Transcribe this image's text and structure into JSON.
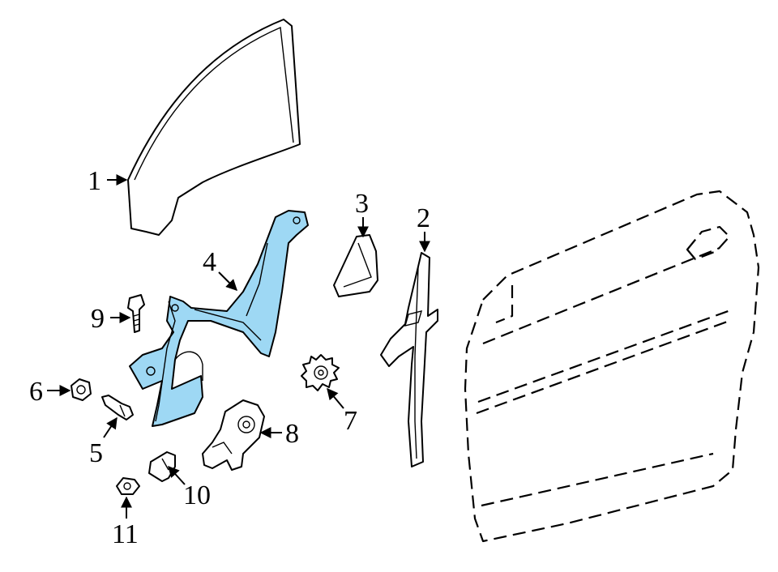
{
  "colors": {
    "highlight": "#9ed8f4",
    "line": "#000000",
    "background": "#ffffff"
  },
  "callouts": [
    {
      "id": "1",
      "label": "1"
    },
    {
      "id": "2",
      "label": "2"
    },
    {
      "id": "3",
      "label": "3"
    },
    {
      "id": "4",
      "label": "4"
    },
    {
      "id": "5",
      "label": "5"
    },
    {
      "id": "6",
      "label": "6"
    },
    {
      "id": "7",
      "label": "7"
    },
    {
      "id": "8",
      "label": "8"
    },
    {
      "id": "9",
      "label": "9"
    },
    {
      "id": "10",
      "label": "10"
    },
    {
      "id": "11",
      "label": "11"
    }
  ]
}
